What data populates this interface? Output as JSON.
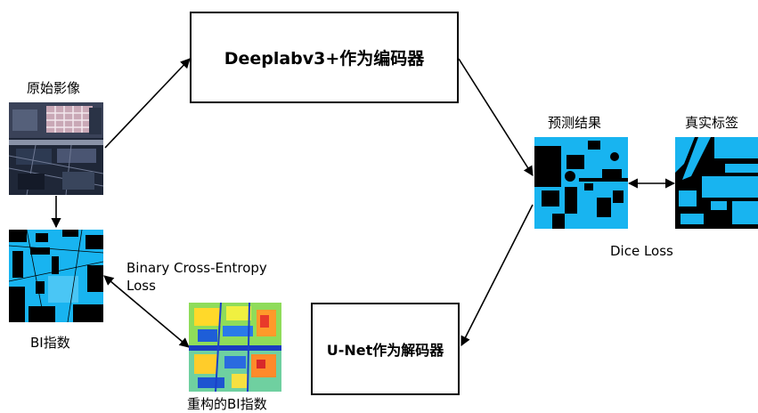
{
  "encoder_label": "Deeplabv3+作为编码器",
  "decoder_label": "U-Net作为解码器",
  "original_image_label": "原始影像",
  "bi_index_label": "BI指数",
  "reconstructed_bi_label": "重构的BI指数",
  "prediction_label": "预测结果",
  "ground_truth_label": "真实标签",
  "dice_loss_label": "Dice Loss",
  "bce_loss_line1": "Binary Cross-Entropy",
  "bce_loss_line2": "Loss",
  "colors": {
    "cyan": "#18b4f0",
    "black": "#000000",
    "line": "#000000"
  }
}
